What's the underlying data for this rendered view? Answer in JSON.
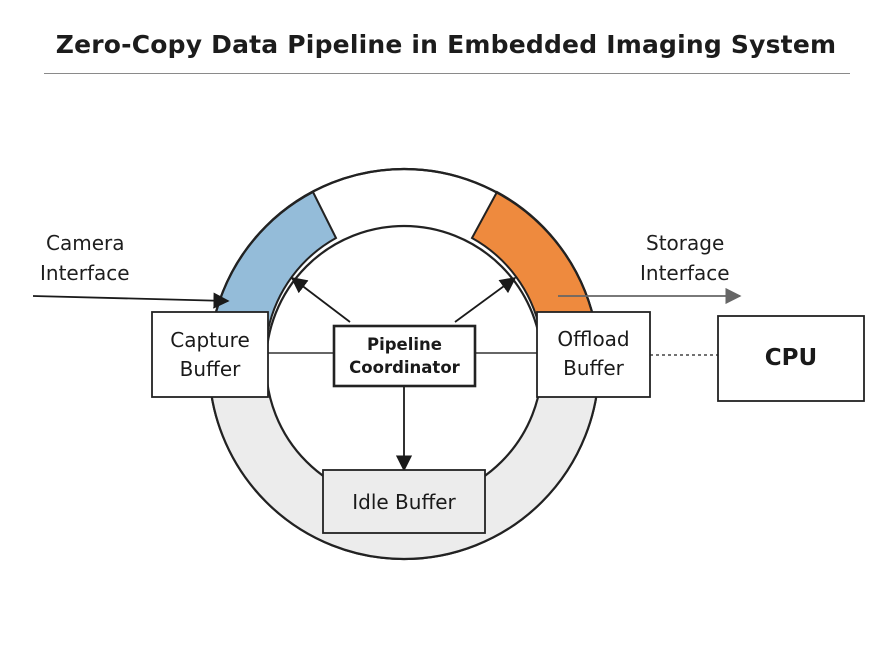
{
  "title": "Zero-Copy Data Pipeline in Embedded Imaging System",
  "labels": {
    "camera_interface": [
      "Camera",
      "Interface"
    ],
    "storage_interface": [
      "Storage",
      "Interface"
    ]
  },
  "nodes": {
    "capture_buffer": [
      "Capture",
      "Buffer"
    ],
    "pipeline_coordinator": [
      "Pipeline",
      "Coordinator"
    ],
    "offload_buffer": [
      "Offload",
      "Buffer"
    ],
    "idle_buffer": "Idle Buffer",
    "cpu": "CPU"
  },
  "colors": {
    "capture_segment": "#94bcd9",
    "offload_segment": "#ee8a3e",
    "idle_segment": "#ececec",
    "outline": "#222222",
    "arrow_gray": "#666666"
  }
}
